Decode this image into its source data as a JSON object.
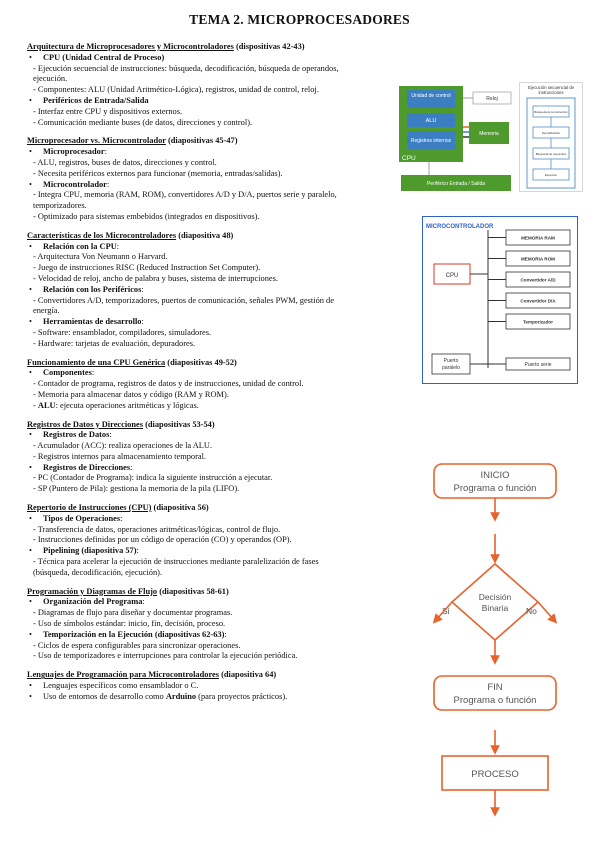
{
  "title": "TEMA 2. MICROPROCESADORES",
  "sections": [
    {
      "title": "Arquitectura de Microprocesadores y Microcontroladores",
      "ref": "(dispositivas 42-43)",
      "blocks": [
        {
          "heading": "CPU (Unidad Central de Proceso)",
          "lines": [
            "- Ejecución secuencial de instrucciones: búsqueda, decodificación, búsqueda de operandos,",
            "ejecución.",
            "- Componentes: ALU (Unidad Aritmético-Lógica), registros, unidad de control, reloj."
          ]
        },
        {
          "heading": "Periféricos de Entrada/Salida",
          "lines": [
            "- Interfaz entre CPU y dispositivos externos.",
            "- Comunicación mediante buses (de datos, direcciones y control)."
          ]
        }
      ]
    },
    {
      "title": "Microprocesador vs. Microcontrolador",
      "ref": "(diapositivas 45-47)",
      "blocks": [
        {
          "heading": "Microprocesador",
          "suffix": ":",
          "lines": [
            "- ALU, registros, buses de datos, direcciones y control.",
            "- Necesita periféricos externos para funcionar (memoria, entradas/salidas)."
          ]
        },
        {
          "heading": "Microcontrolador",
          "suffix": ":",
          "lines": [
            "- Integra CPU, memoria (RAM, ROM), convertidores A/D y D/A, puertos serie y paralelo,",
            "temporizadores.",
            "- Optimizado para sistemas embebidos (integrados en dispositivos)."
          ]
        }
      ]
    },
    {
      "title": "Características de los Microcontroladores",
      "ref": "(diapositiva 48)",
      "blocks": [
        {
          "heading": "Relación con la CPU",
          "suffix": ":",
          "lines": [
            "- Arquitectura Von Neumann o Harvard.",
            "- Juego de instrucciones RISC (Reduced Instruction Set Computer).",
            "- Velocidad de reloj, ancho de palabra y buses, sistema de interrupciones."
          ]
        },
        {
          "heading": "Relación con los Periféricos",
          "suffix": ":",
          "lines": [
            "- Convertidores A/D, temporizadores, puertos de comunicación, señales PWM, gestión de",
            "energía."
          ]
        },
        {
          "heading": "Herramientas de desarrollo",
          "suffix": ":",
          "lines": [
            "- Software: ensamblador, compiladores, simuladores.",
            "- Hardware: tarjetas de evaluación, depuradores."
          ]
        }
      ]
    },
    {
      "title": "Funcionamiento de una CPU Genérica",
      "ref": "(diapositivas 49-52)",
      "blocks": [
        {
          "heading": "Componentes",
          "suffix": ":",
          "lines": [
            "- Contador de programa, registros de datos y de instrucciones, unidad de control.",
            "- Memoria para almacenar datos y código (RAM y ROM)."
          ],
          "bold_line": {
            "label": "ALU",
            "text": ": ejecuta operaciones aritméticas y lógicas."
          }
        }
      ]
    },
    {
      "title": "Registros de Datos y Direcciones",
      "ref": "(diapositivas 53-54)",
      "blocks": [
        {
          "heading": "Registros de Datos",
          "suffix": ":",
          "lines": [
            "- Acumulador (ACC): realiza operaciones de la ALU.",
            "- Registros internos para almacenamiento temporal."
          ]
        },
        {
          "heading": "Registros de Direcciones",
          "suffix": ":",
          "lines": [
            "- PC (Contador de Programa): indica la siguiente instrucción a ejecutar.",
            "- SP (Puntero de Pila): gestiona la memoria de la pila (LIFO)."
          ]
        }
      ]
    },
    {
      "title": "Repertorio de Instrucciones (CPU)",
      "ref": "(diapositiva 56)",
      "blocks": [
        {
          "heading": "Tipos de Operaciones",
          "suffix": ":",
          "lines": [
            "- Transferencia de datos, operaciones aritméticas/lógicas, control de flujo.",
            "- Instrucciones definidas por un código de operación (CO) y operandos (OP)."
          ]
        },
        {
          "heading": "Pipelining (diapositiva 57)",
          "suffix": ":",
          "lines": [
            "- Técnica para acelerar la ejecución de instrucciones mediante paralelización de fases",
            "(búsqueda, decodificación, ejecución)."
          ]
        }
      ]
    },
    {
      "title": "Programación y Diagramas de Flujo",
      "ref": "(diapositivas 58-61)",
      "blocks": [
        {
          "heading": "Organización del Programa",
          "suffix": ":",
          "lines": [
            "- Diagramas de flujo para diseñar y documentar programas.",
            "- Uso de símbolos estándar: inicio, fin, decisión, proceso."
          ]
        },
        {
          "heading": "Temporización en la Ejecución (diapositivas 62-63)",
          "suffix": ":",
          "lines": [
            "- Ciclos de espera configurables para sincronizar operaciones.",
            "- Uso de temporizadores e interrupciones para controlar la ejecución periódica."
          ]
        }
      ]
    },
    {
      "title": "Lenguajes de Programación para Microcontroladores",
      "ref": "(diapositiva 64)",
      "plain_bullets": [
        {
          "text": "Lenguajes específicos como ensamblador o C."
        },
        {
          "pre": "Uso de entornos de desarrollo como ",
          "bold": "Arduino",
          "post": " (para proyectos prácticos)."
        }
      ]
    }
  ],
  "figures": {
    "cpu_diagram": {
      "unidad_control": "Unidad de control",
      "alu": "ALU",
      "registros": "Registros internos",
      "cpu": "CPU",
      "reloj": "Reloj",
      "memoria": "Memoria",
      "perifericos": "Periférico Entrada / Salida"
    },
    "exec_diagram": {
      "title": "Ejecución secuencial de instrucciones",
      "steps": [
        "Búsqueda de la instrucción",
        "Decodificación",
        "Búsqueda de operandos",
        "Ejecución"
      ]
    },
    "mcu_diagram": {
      "title": "MICROCONTROLADOR",
      "cpu": "CPU",
      "blocks": [
        "MEMORIA RAM",
        "MEMORIA ROM",
        "Convertidor A/D",
        "Convertidor D/A",
        "Temporizador"
      ],
      "puerto_paralelo": "Puerto paralelo",
      "puerto_serie": "Puerto serie"
    },
    "flowchart": {
      "inicio_1": "INICIO",
      "inicio_2": "Programa o función",
      "decision_1": "Decisión",
      "decision_2": "Binaria",
      "si": "Si",
      "no": "No",
      "fin_1": "FIN",
      "fin_2": "Programa o función",
      "proceso": "PROCESO"
    },
    "colors": {
      "cpu_green": "#4e9a2c",
      "unit_blue": "#3b7ec1",
      "mcu_blue": "#2f62c8",
      "mcu_red": "#d23a2a",
      "flow_orange": "#e8622c"
    }
  }
}
